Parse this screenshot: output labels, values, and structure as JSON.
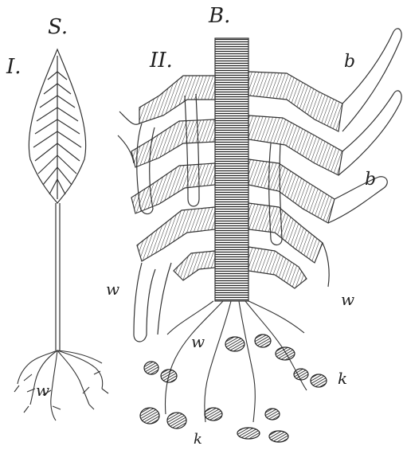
{
  "figure": {
    "labels": {
      "plant_label": "S.",
      "part_one": "I.",
      "detail_label": "B.",
      "part_two": "II.",
      "leaf_b_upper": "b",
      "leaf_b_lower": "b",
      "root_w_left_small": "w",
      "root_w_left": "w",
      "root_w_right": "w",
      "root_w_center": "w",
      "nodule_k_right": "k",
      "nodule_k_bottom": "k"
    }
  }
}
